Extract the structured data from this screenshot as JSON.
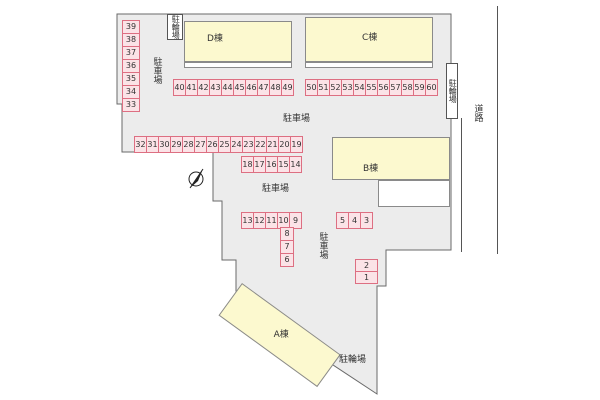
{
  "labels": {
    "building_a": "A棟",
    "building_b": "B棟",
    "building_c": "C棟",
    "building_d": "D棟",
    "parking": "駐車場",
    "bicycle_parking": "駐輪場",
    "road": "道路"
  },
  "parking": {
    "left_column": [
      "39",
      "38",
      "37",
      "36",
      "35",
      "34",
      "33"
    ],
    "row_top": [
      "40",
      "41",
      "42",
      "43",
      "44",
      "45",
      "46",
      "47",
      "48",
      "49",
      "50",
      "51",
      "52",
      "53",
      "54",
      "55",
      "56",
      "57",
      "58",
      "59",
      "60"
    ],
    "row_middle": [
      "32",
      "31",
      "30",
      "29",
      "28",
      "27",
      "26",
      "25",
      "24",
      "23",
      "22",
      "21",
      "20",
      "19"
    ],
    "row_small": [
      "18",
      "17",
      "16",
      "15",
      "14"
    ],
    "row_lower": [
      "13",
      "12",
      "11",
      "10",
      "9"
    ],
    "column_lower": [
      "8",
      "7",
      "6"
    ],
    "group_right": [
      "5",
      "4",
      "3"
    ],
    "pair_right": [
      "2",
      "1"
    ]
  },
  "colors": {
    "parking_fill": "#fbe3e7",
    "parking_border": "#dd6f82",
    "lot_fill": "#ececec",
    "building_fill": "#fcf9cf",
    "line": "#555555"
  },
  "icons": {
    "compass": "north-arrow-icon"
  }
}
